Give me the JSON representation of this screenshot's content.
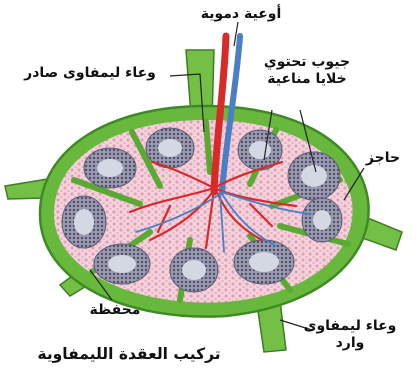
{
  "diagram": {
    "title": "تركيب العقدة الليمفاوية",
    "labels": {
      "blood_vessels": "أوعية دموية",
      "efferent_vessel": "وعاء ليمفاوى صادر",
      "sinuses": "جيوب تحتوي خلايا مناعية",
      "trabecula": "حاجز",
      "capsule": "محفظة",
      "afferent_vessel": "وعاء ليمفاوى وارد"
    },
    "colors": {
      "capsule": "#69b83e",
      "capsule_dark": "#3f8a24",
      "cortex": "#f1c8d4",
      "follicle": "#8f8fa8",
      "follicle_center": "#d3d8e2",
      "artery": "#d92a2a",
      "vein": "#4a7fc4",
      "lymph_vessel": "#73bf46"
    }
  }
}
